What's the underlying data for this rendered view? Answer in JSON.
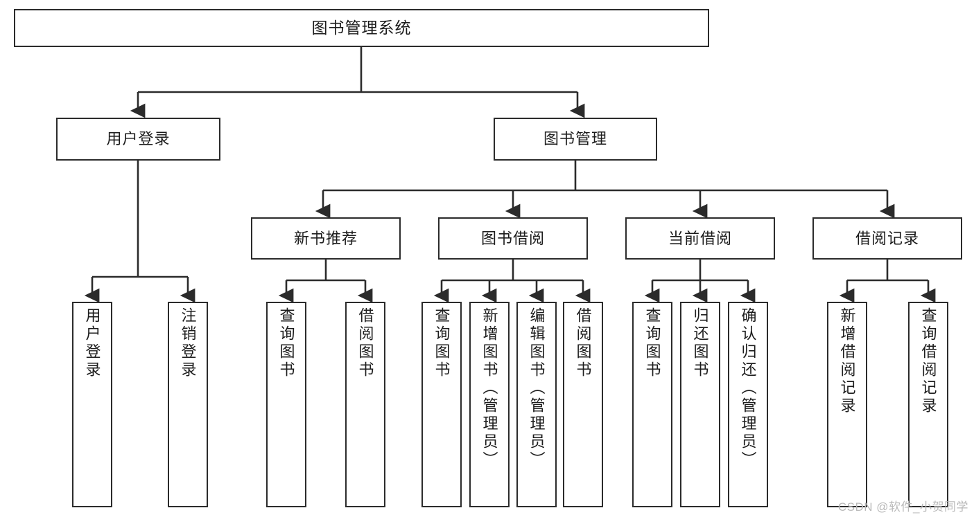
{
  "diagram": {
    "type": "tree",
    "title": "图书管理系统",
    "root": {
      "label": "图书管理系统"
    },
    "level2": [
      {
        "label": "用户登录"
      },
      {
        "label": "图书管理"
      }
    ],
    "level3": [
      {
        "label": "新书推荐"
      },
      {
        "label": "图书借阅"
      },
      {
        "label": "当前借阅"
      },
      {
        "label": "借阅记录"
      }
    ],
    "leaves": {
      "user_login": [
        {
          "label": "用户登录"
        },
        {
          "label": "注销登录"
        }
      ],
      "new_book_recommend": [
        {
          "label": "查询图书"
        },
        {
          "label": "借阅图书"
        }
      ],
      "book_borrow": [
        {
          "label": "查询图书"
        },
        {
          "label": "新增图书（管理员）"
        },
        {
          "label": "编辑图书（管理员）"
        },
        {
          "label": "借阅图书"
        }
      ],
      "current_borrow": [
        {
          "label": "查询图书"
        },
        {
          "label": "归还图书"
        },
        {
          "label": "确认归还（管理员）"
        }
      ],
      "borrow_records": [
        {
          "label": "新增借阅记录"
        },
        {
          "label": "查询借阅记录"
        }
      ]
    }
  },
  "watermark": {
    "text": "CSDN @软件_小贺同学"
  },
  "colors": {
    "stroke": "#2b2b2b",
    "background": "#ffffff",
    "text": "#1c1c1c",
    "watermark": "#b9b9b9"
  }
}
